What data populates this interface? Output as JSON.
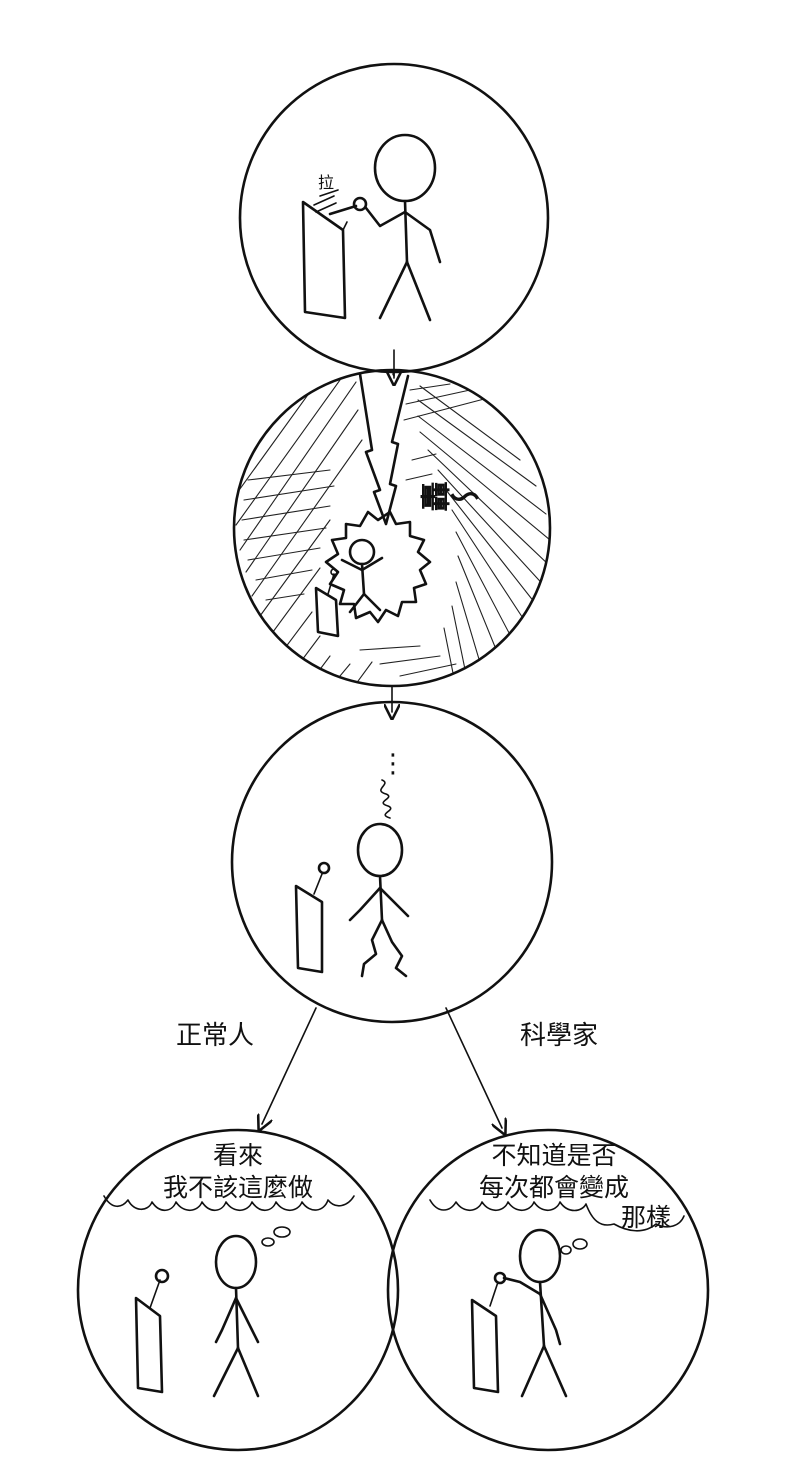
{
  "comic": {
    "panel1": {
      "sound_pull": "拉"
    },
    "panel2": {
      "sound_boom": "轟～"
    },
    "panel3": {
      "ellipsis": "⋮"
    },
    "branches": {
      "left_label": "正常人",
      "right_label": "科學家"
    },
    "panel4": {
      "thought_line1": "看來",
      "thought_line2": "我不該這麼做"
    },
    "panel5": {
      "thought_line1": "不知道是否",
      "thought_line2": "每次都會變成",
      "thought_line3": "那樣"
    }
  }
}
